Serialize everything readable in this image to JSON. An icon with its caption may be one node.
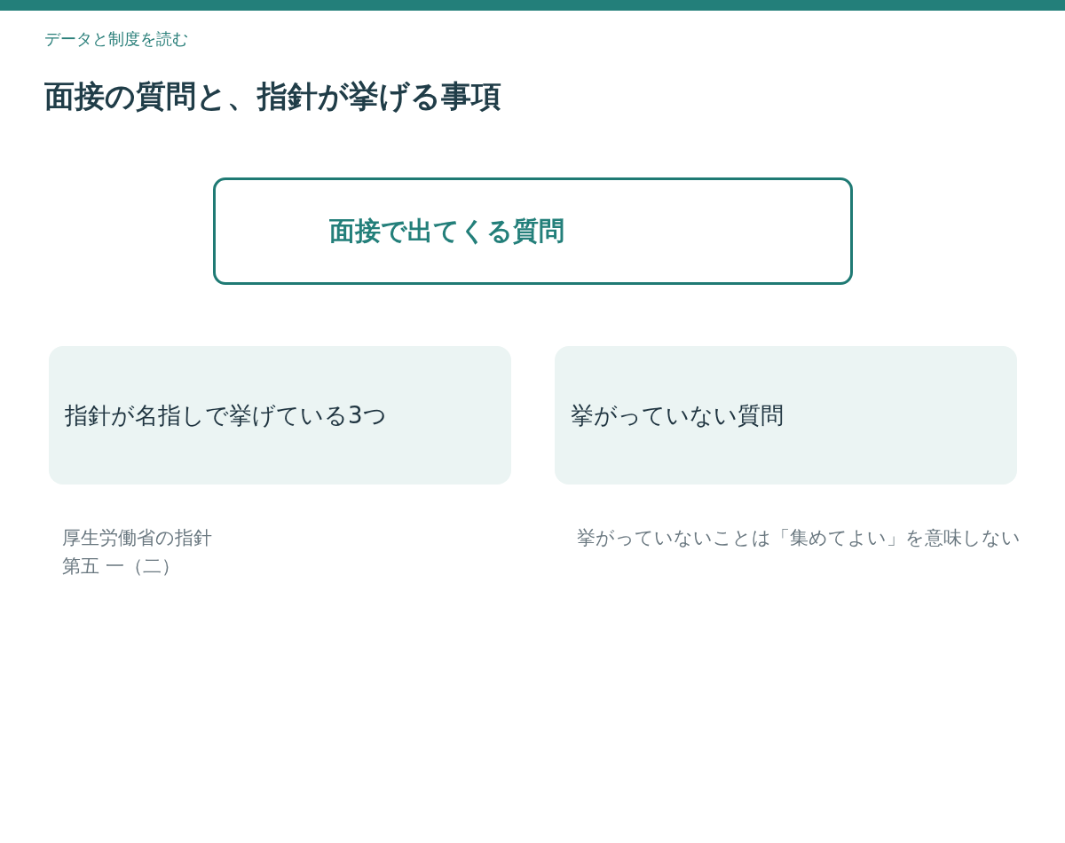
{
  "diagram": {
    "title": "面接の質問と、指針が挙げる事項",
    "nodes": [
      {
        "text": [
          "面接で出てくる質問"
        ]
      },
      {
        "text": [
          "指針が名指しで挙げている3つ"
        ],
        "beside": [
          "厚生労働省の指針第五 一（二）"
        ]
      },
      {
        "text": [
          "挙がっていない質問"
        ],
        "beside": [
          "挙がっていないことは「集めてよい」を意味しない"
        ]
      }
    ],
    "labels": [
      "データと制度を読む"
    ]
  }
}
